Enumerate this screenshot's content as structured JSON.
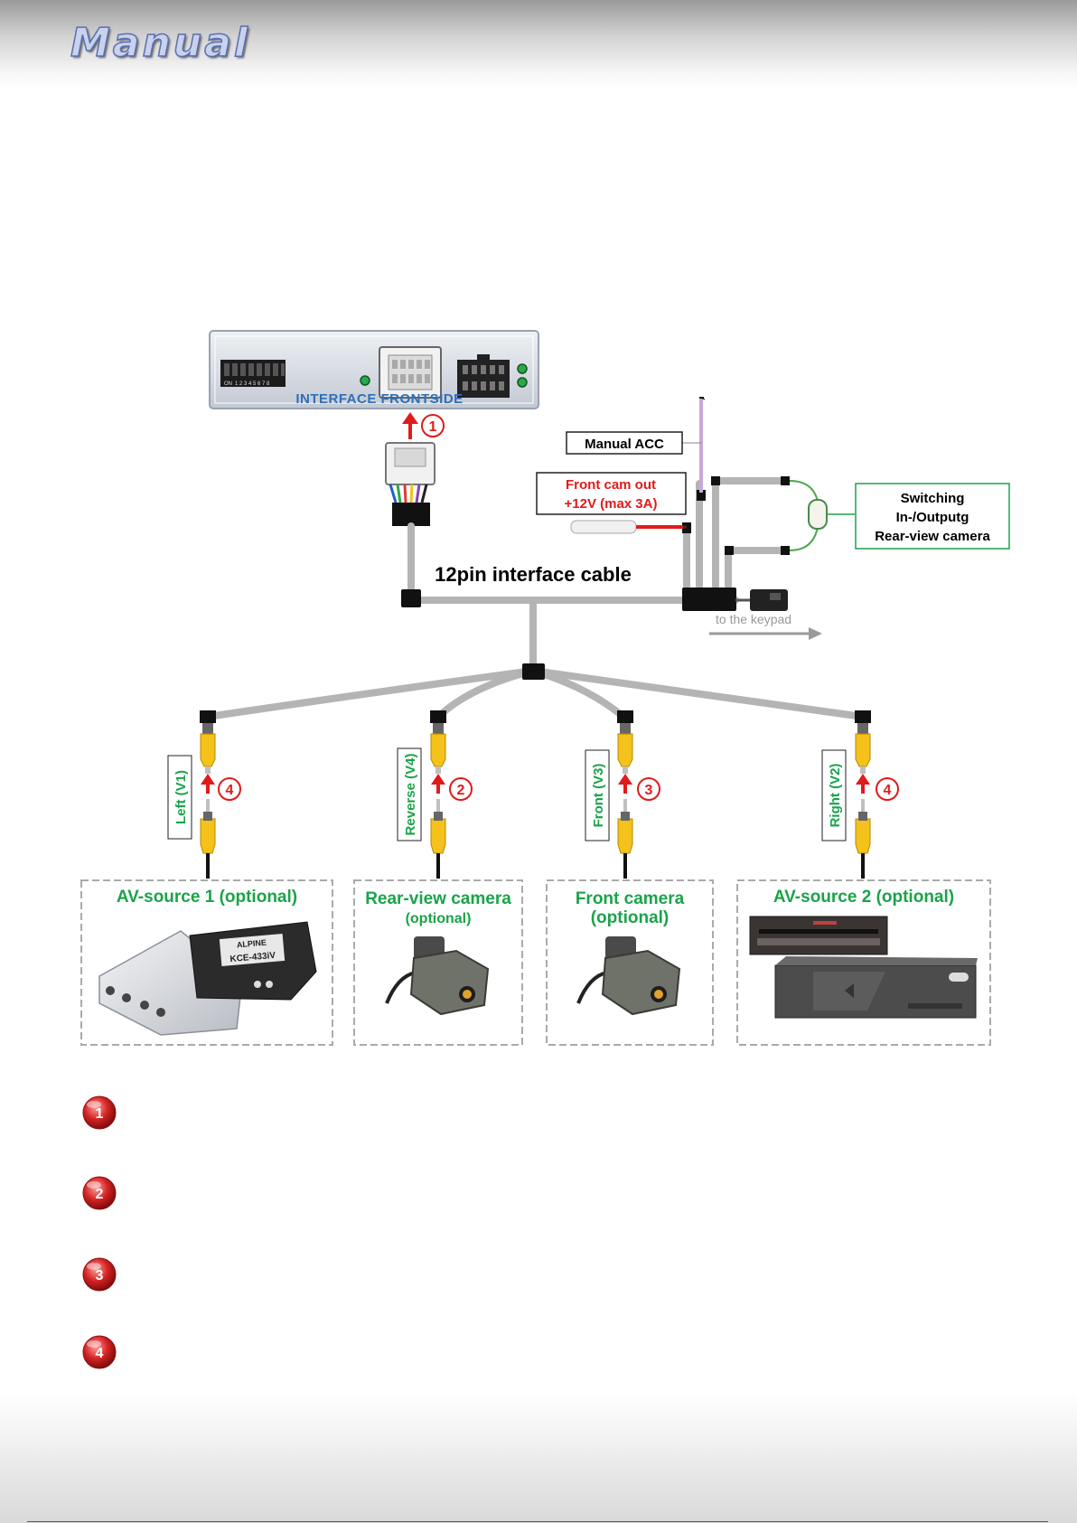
{
  "header": {
    "title": "Manual"
  },
  "interface": {
    "label": "INTERFACE FRONTSIDE",
    "dip_on": "ON",
    "dip_numbers": "1 2 3 4 5 6 7 8"
  },
  "step_numbers": {
    "one": "1",
    "two": "2",
    "three": "3",
    "four": "4"
  },
  "cable": {
    "label": "12pin interface cable",
    "keypad": "to the keypad"
  },
  "manual_acc": {
    "label": "Manual ACC"
  },
  "front_cam_out": {
    "line1": "Front cam out",
    "line2": "+12V (max 3A)"
  },
  "switching": {
    "line1": "Switching",
    "line2": "In-/Outputg",
    "line3": "Rear-view camera"
  },
  "inputs": {
    "left": "Left (V1)",
    "reverse": "Reverse (V4)",
    "front": "Front  (V3)",
    "right": "Right  (V2)"
  },
  "devices": {
    "av1": {
      "title": "AV-source 1 (optional)",
      "brand": "ALPINE",
      "model": "KCE-433iV"
    },
    "rear": {
      "title": "Rear-view camera",
      "subtitle": "(optional)"
    },
    "front": {
      "title": "Front camera",
      "subtitle": "(optional)"
    },
    "av2": {
      "title": "AV-source 2 (optional)"
    }
  },
  "legend": [
    "1",
    "2",
    "3",
    "4"
  ],
  "colors": {
    "cable": "#b4b4b4",
    "green_text": "#1aa34a",
    "red": "#e01b1b",
    "rca_yellow": "#f4c21a"
  }
}
